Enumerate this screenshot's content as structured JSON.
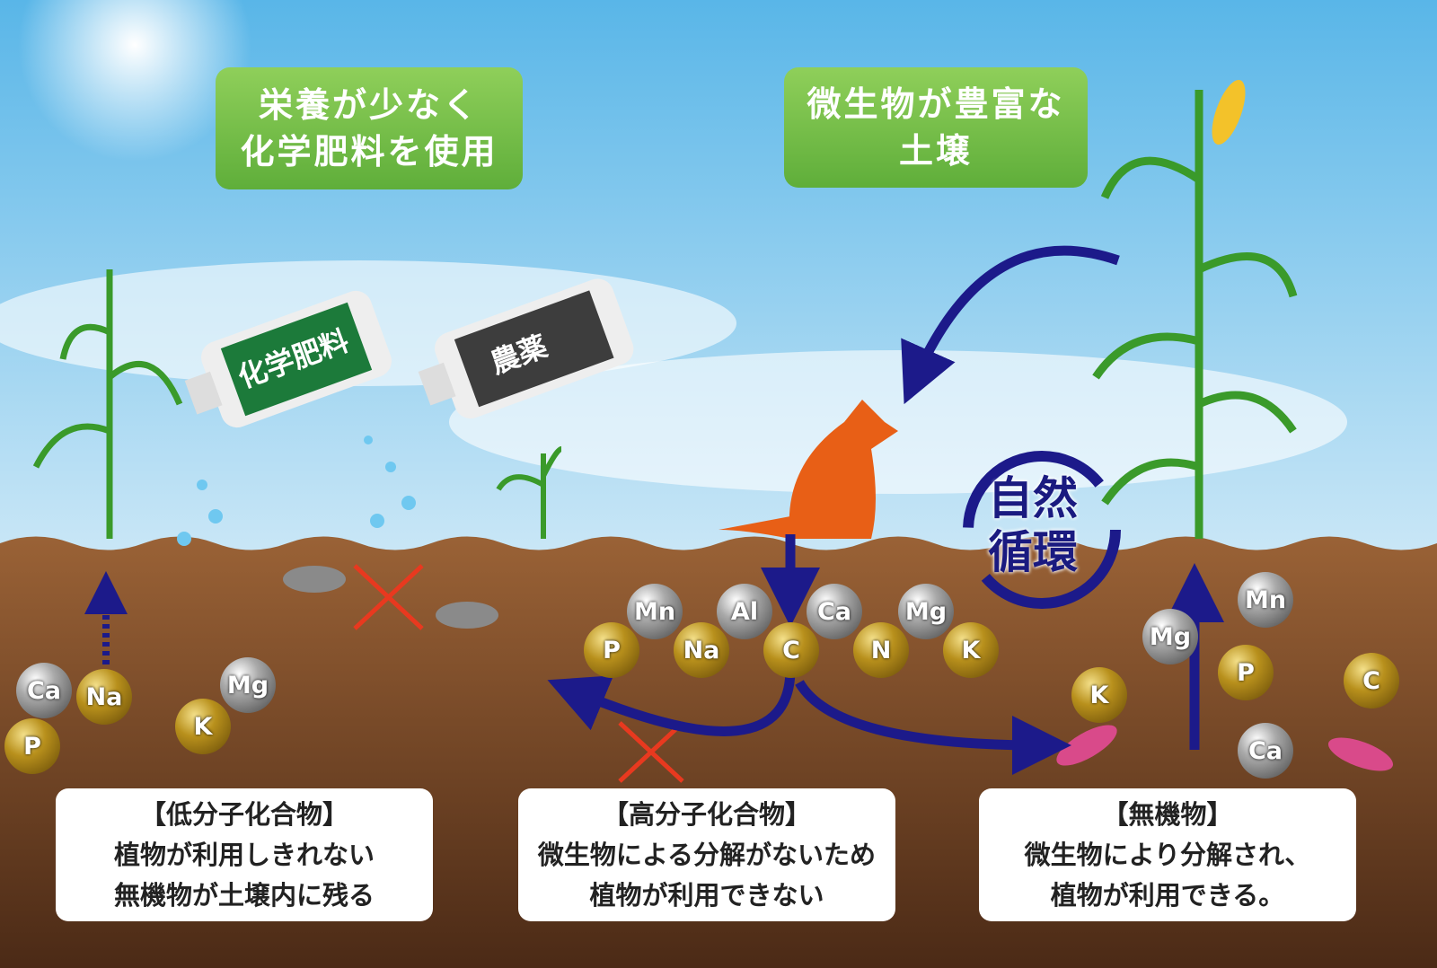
{
  "labels": {
    "left": [
      "栄養が少なく",
      "化学肥料を使用"
    ],
    "right": [
      "微生物が豊富な",
      "土壌"
    ]
  },
  "bottles": {
    "fertilizer": "化学肥料",
    "pesticide": "農薬"
  },
  "cycle": [
    "自然",
    "循環"
  ],
  "atoms": {
    "left": [
      "Ca",
      "Na",
      "P",
      "K",
      "Mg"
    ],
    "middle": [
      "Mn",
      "Al",
      "Ca",
      "Mg",
      "P",
      "Na",
      "C",
      "N",
      "K"
    ],
    "right": [
      "Mn",
      "Mg",
      "P",
      "C",
      "K",
      "Ca"
    ]
  },
  "boxes": [
    {
      "title": "【低分子化合物】",
      "lines": [
        "植物が利用しきれない",
        "無機物が土壌内に残る"
      ]
    },
    {
      "title": "【高分子化合物】",
      "lines": [
        "微生物による分解がないため",
        "植物が利用できない"
      ]
    },
    {
      "title": "【無機物】",
      "lines": [
        "微生物により分解され、",
        "植物が利用できる。"
      ]
    }
  ],
  "colors": {
    "arrow": "#1c1a8a",
    "label": "#6cba45",
    "soil": "#7a4a2a"
  }
}
